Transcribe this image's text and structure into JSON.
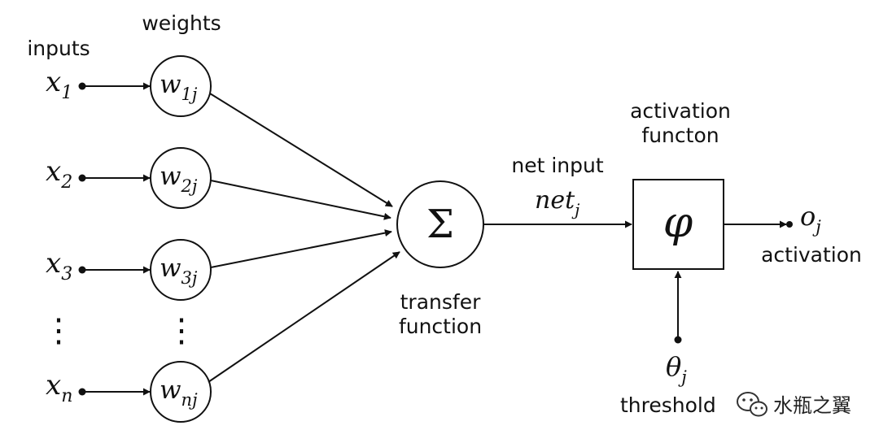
{
  "labels": {
    "inputs": "inputs",
    "weights": "weights",
    "net_input": "net input",
    "transfer_line1": "transfer",
    "transfer_line2": "function",
    "activation_fn_line1": "activation",
    "activation_fn_line2": "functon",
    "activation": "activation",
    "threshold": "threshold"
  },
  "inputs": [
    {
      "base": "x",
      "sub": "1"
    },
    {
      "base": "x",
      "sub": "2"
    },
    {
      "base": "x",
      "sub": "3"
    },
    {
      "base": "x",
      "sub": "n"
    }
  ],
  "weights": [
    {
      "base": "w",
      "sub": "1j"
    },
    {
      "base": "w",
      "sub": "2j"
    },
    {
      "base": "w",
      "sub": "3j"
    },
    {
      "base": "w",
      "sub": "nj"
    }
  ],
  "ellipsis": "⋮",
  "sum_symbol": "Σ",
  "net": {
    "base": "net",
    "sub": "j"
  },
  "activation_symbol": "φ",
  "output": {
    "base": "o",
    "sub": "j"
  },
  "theta": {
    "base": "θ",
    "sub": "j"
  },
  "watermark": {
    "text": "水瓶之翼",
    "icon": "wechat-icon"
  }
}
